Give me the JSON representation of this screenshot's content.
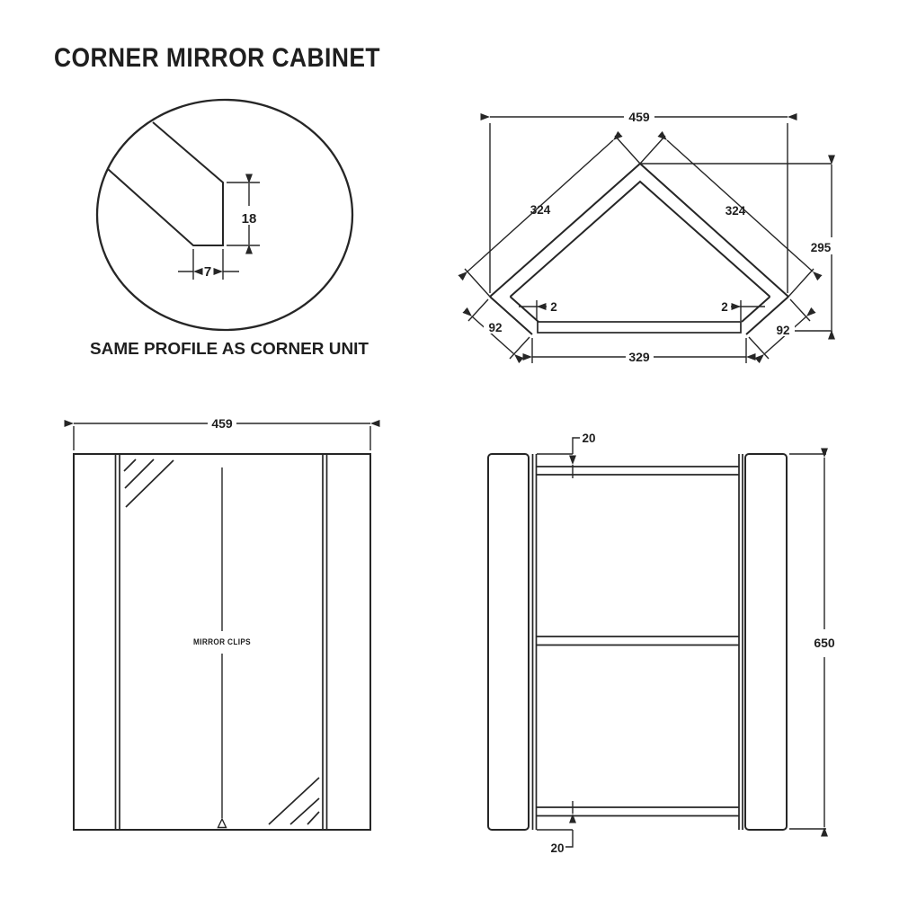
{
  "title": "CORNER MIRROR CABINET",
  "detail": {
    "caption": "SAME PROFILE AS CORNER UNIT",
    "dim_profile_height": "18",
    "dim_profile_width": "7"
  },
  "plan": {
    "dim_overall_width": "459",
    "dim_left_wall": "324",
    "dim_right_wall": "324",
    "dim_depth": "295",
    "dim_left_return": "92",
    "dim_right_return": "92",
    "dim_gap_left": "2",
    "dim_gap_right": "2",
    "dim_opening": "329"
  },
  "front": {
    "dim_overall_width": "459",
    "label_mirror_clips": "MIRROR CLIPS"
  },
  "side": {
    "dim_top_inset": "20",
    "dim_bottom_inset": "20",
    "dim_height": "650"
  },
  "colors": {
    "line": "#262626",
    "background": "#ffffff"
  }
}
